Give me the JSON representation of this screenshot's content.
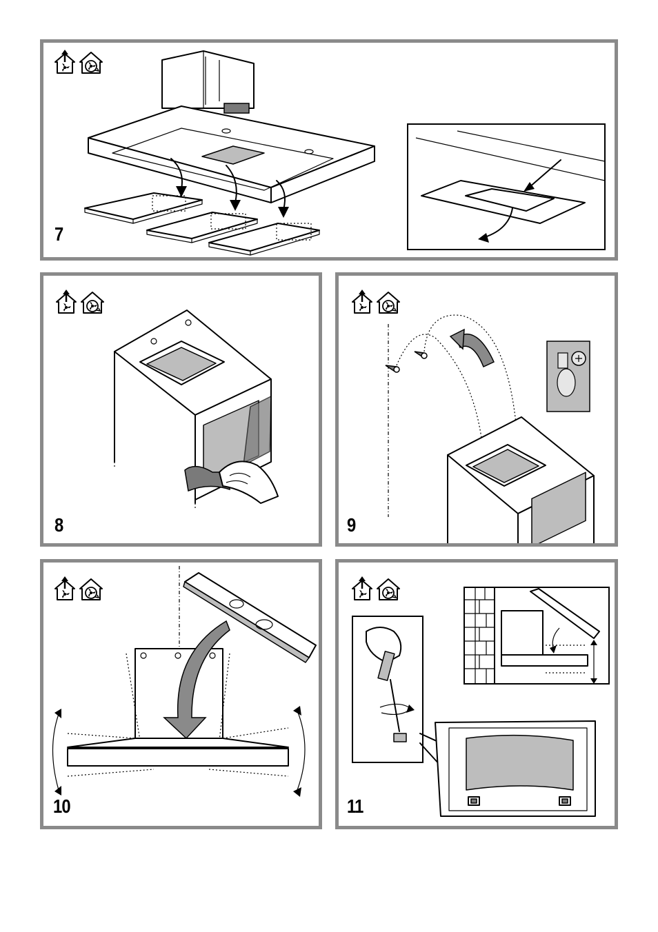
{
  "steps": [
    {
      "number": "7"
    },
    {
      "number": "8"
    },
    {
      "number": "9"
    },
    {
      "number": "10"
    },
    {
      "number": "11"
    }
  ],
  "icons": [
    "ducted-extraction-icon",
    "recirculation-icon"
  ],
  "colors": {
    "frame": "#8a8a8a",
    "shade": "#bdbdbd",
    "dark": "#7a7a7a"
  }
}
